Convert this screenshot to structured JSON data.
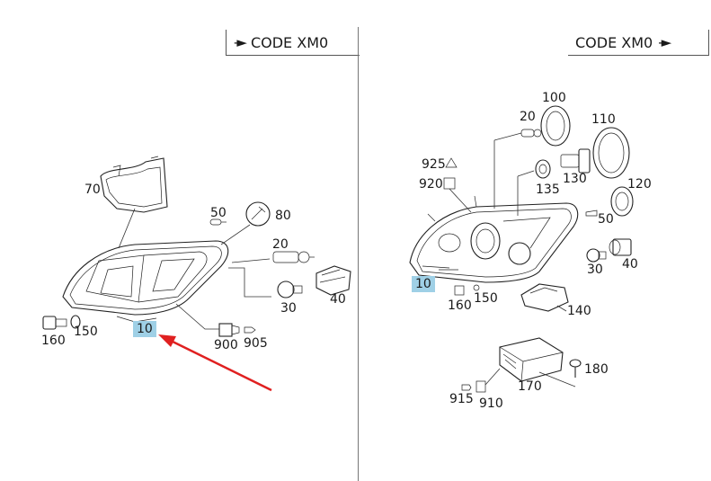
{
  "left_panel": {
    "code_label": "CODE XM0",
    "code_arrow": "-►",
    "highlight_part": "10",
    "parts": [
      "70",
      "50",
      "80",
      "20",
      "40",
      "30",
      "160",
      "150",
      "10",
      "900",
      "905"
    ]
  },
  "right_panel": {
    "code_label": "CODE XM0",
    "code_arrow": "-►",
    "highlight_part": "10",
    "parts": [
      "100",
      "20",
      "110",
      "925",
      "130",
      "920",
      "135",
      "120",
      "50",
      "30",
      "40",
      "10",
      "150",
      "160",
      "140",
      "180",
      "170",
      "915",
      "910"
    ]
  },
  "colors": {
    "highlight": "#9fd0e6",
    "pointer_arrow": "#e02020",
    "line": "#222222"
  }
}
